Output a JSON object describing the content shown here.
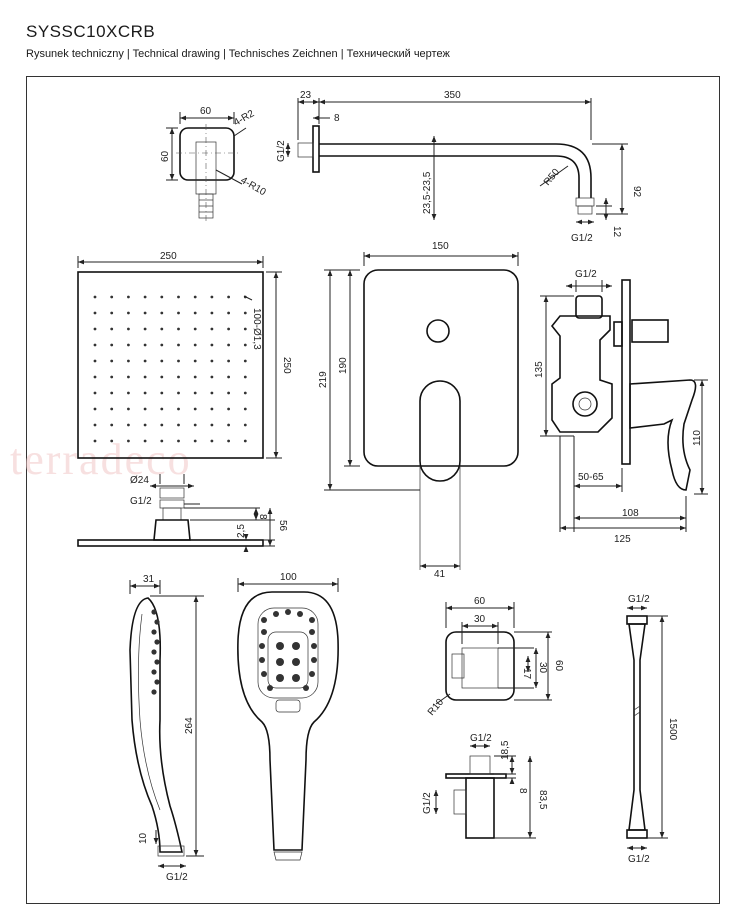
{
  "header": {
    "model": "SYSSC10XCRB",
    "subtitle": "Rysunek techniczny | Technical drawing | Technisches Zeichnen | Технический чертеж"
  },
  "watermark": "terradeco",
  "dims": {
    "inlet_w": "60",
    "inlet_h": "60",
    "inlet_r2": "4-R2",
    "inlet_r10": "4-R10",
    "arm_23": "23",
    "arm_350": "350",
    "arm_8": "8",
    "arm_g12": "G1/2",
    "arm_235": "23,5-23,5",
    "arm_r50": "R50",
    "arm_92": "92",
    "arm_12": "12",
    "arm_g12b": "G1/2",
    "head_250w": "250",
    "head_250h": "250",
    "head_nozzles": "100-Ø1,3",
    "head_d24": "Ø24",
    "head_g12": "G1/2",
    "head_8": "8",
    "head_25": "2,5",
    "head_56": "56",
    "plate_150": "150",
    "plate_190": "190",
    "plate_219": "219",
    "plate_41": "41",
    "valve_g12": "G1/2",
    "valve_135": "135",
    "valve_110": "110",
    "valve_5065": "50-65",
    "valve_108": "108",
    "valve_125": "125",
    "hand_31": "31",
    "hand_264": "264",
    "hand_10": "10",
    "hand_g12": "G1/2",
    "hand_100": "100",
    "elbow_60": "60",
    "elbow_30": "30",
    "elbow_17": "17",
    "elbow_30b": "30",
    "elbow_60b": "60",
    "elbow_r10": "R10",
    "elbow_g12": "G1/2",
    "elbow_185": "18,5",
    "elbow_8": "8",
    "elbow_835": "83,5",
    "elbow_g12b": "G1/2",
    "hose_g12": "G1/2",
    "hose_1500": "1500",
    "hose_g12b": "G1/2"
  }
}
